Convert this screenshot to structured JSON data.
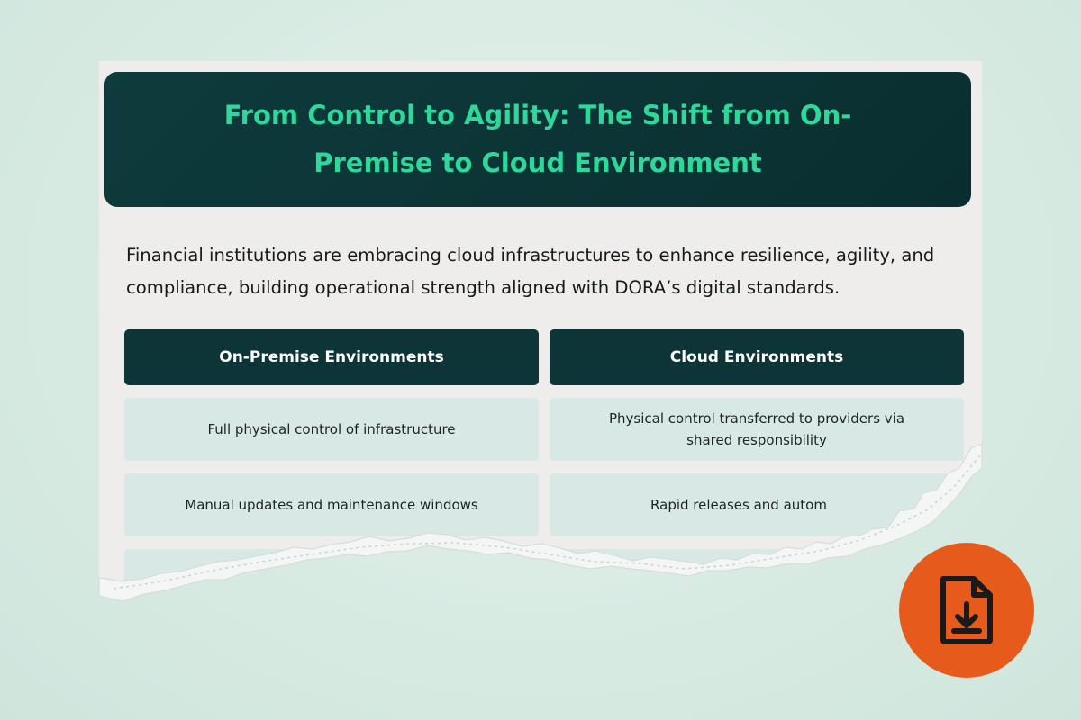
{
  "header": {
    "title": "From Control to Agility: The Shift from On-Premise to Cloud Environment"
  },
  "intro": {
    "text": "Financial institutions are embracing cloud infrastructures to enhance resilience, agility, and compliance, building operational strength aligned with DORA’s digital standards."
  },
  "table": {
    "columns": [
      {
        "label": "On-Premise Environments"
      },
      {
        "label": "Cloud Environments"
      }
    ],
    "rows": [
      [
        "Full physical control of infrastructure",
        "Physical control transferred to providers via shared responsibility"
      ],
      [
        "Manual updates and maintenance windows",
        "Rapid releases and autom"
      ],
      [
        "",
        ""
      ]
    ]
  },
  "badge": {
    "icon": "file-download-icon"
  },
  "colors": {
    "background": "#d8ebe3",
    "header_bg": "#0d3436",
    "header_text": "#2ed79a",
    "cell_bg": "#d8e9e5",
    "badge_bg": "#e65a1c"
  }
}
